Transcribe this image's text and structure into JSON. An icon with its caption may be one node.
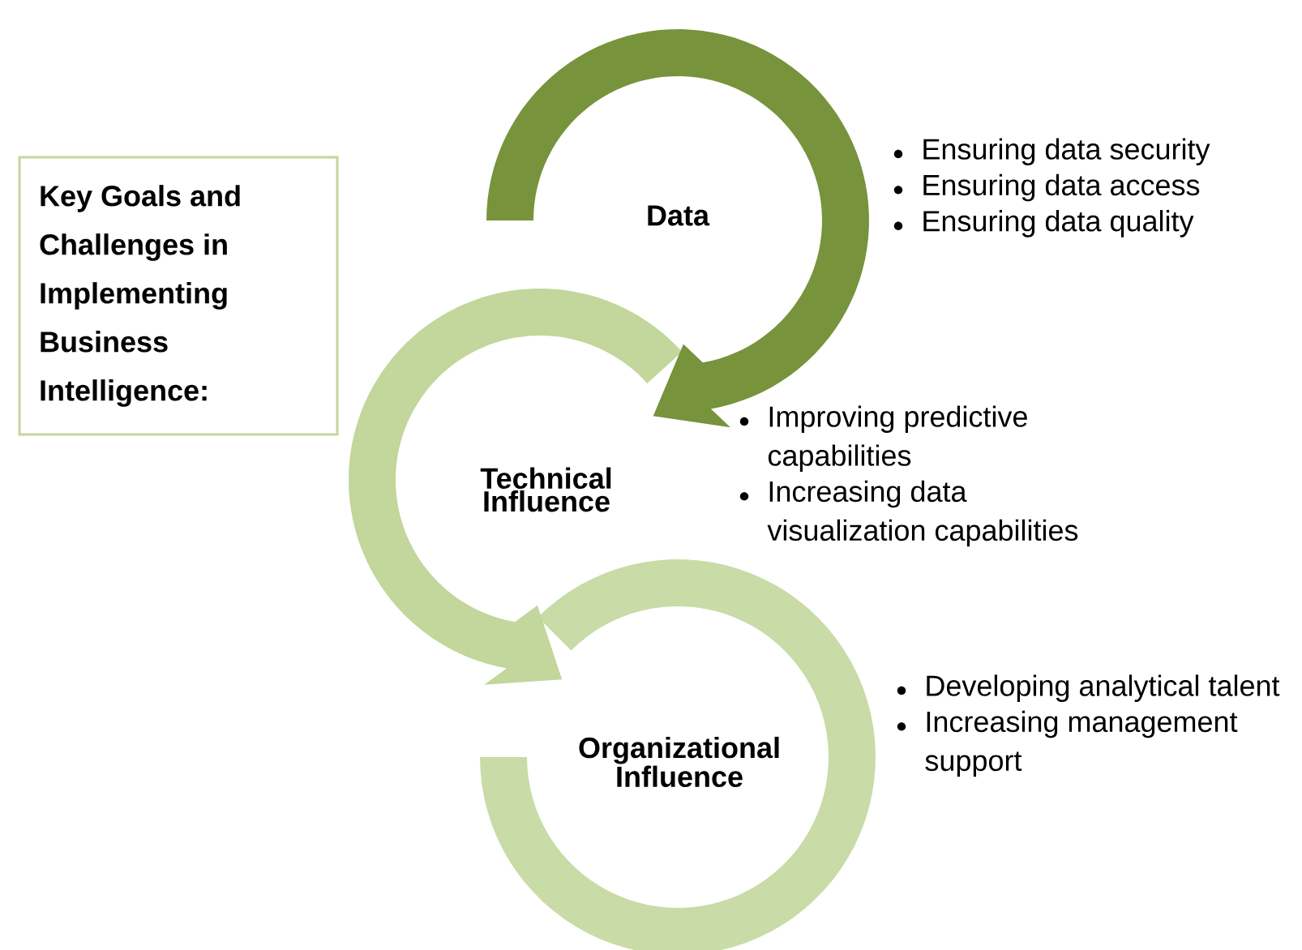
{
  "diagram": {
    "nodes": [
      {
        "text": [
          "Key Goals and Challenges in Implementing Business Intelligence:"
        ]
      },
      {
        "text": [
          "Data"
        ]
      },
      {
        "text": [
          "Technical Influence"
        ]
      },
      {
        "text": [
          "Organizational Influence"
        ]
      }
    ],
    "edges": [
      {
        "from": 1,
        "to": 2,
        "arrow": "to",
        "color": "#77933c"
      },
      {
        "from": 2,
        "to": 3,
        "arrow": "to"
      }
    ],
    "labels": [
      "Ensuring data security",
      "Ensuring data access",
      "Ensuring data quality",
      "Improving predictive capabilities",
      "Increasing data visualization capabilities",
      "Developing analytical talent",
      "Increasing management support"
    ]
  }
}
